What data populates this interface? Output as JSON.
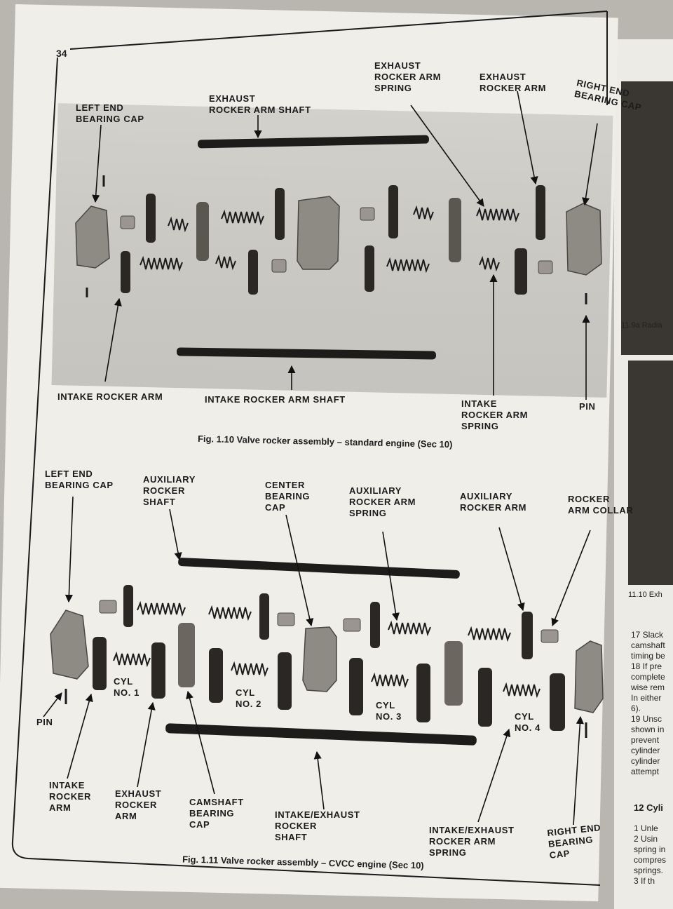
{
  "page_number": "34",
  "fig1": {
    "caption": "Fig. 1.10 Valve rocker assembly – standard engine (Sec 10)",
    "labels": {
      "left_end_bearing_cap": "LEFT END\nBEARING CAP",
      "exhaust_rocker_arm_shaft": "EXHAUST\nROCKER ARM SHAFT",
      "exhaust_rocker_arm_spring": "EXHAUST\nROCKER ARM\nSPRING",
      "exhaust_rocker_arm": "EXHAUST\nROCKER ARM",
      "right_end_bearing_cap": "RIGHT END\nBEARING CAP",
      "intake_rocker_arm": "INTAKE ROCKER ARM",
      "intake_rocker_arm_shaft": "INTAKE ROCKER ARM SHAFT",
      "intake_rocker_arm_spring": "INTAKE\nROCKER ARM\nSPRING",
      "pin": "PIN"
    }
  },
  "fig2": {
    "caption": "Fig. 1.11 Valve rocker assembly – CVCC engine (Sec 10)",
    "labels": {
      "left_end_bearing_cap": "LEFT END\nBEARING CAP",
      "auxiliary_rocker_shaft": "AUXILIARY\nROCKER\nSHAFT",
      "center_bearing_cap": "CENTER\nBEARING\nCAP",
      "auxiliary_rocker_arm_spring": "AUXILIARY\nROCKER ARM\nSPRING",
      "auxiliary_rocker_arm": "AUXILIARY\nROCKER ARM",
      "rocker_arm_collar": "ROCKER\nARM COLLAR",
      "cyl_1": "CYL\nNO. 1",
      "cyl_2": "CYL\nNO. 2",
      "cyl_3": "CYL\nNO. 3",
      "cyl_4": "CYL\nNO. 4",
      "pin": "PIN",
      "intake_rocker_arm": "INTAKE\nROCKER\nARM",
      "exhaust_rocker_arm": "EXHAUST\nROCKER\nARM",
      "camshaft_bearing_cap": "CAMSHAFT\nBEARING\nCAP",
      "intake_exhaust_rocker_shaft": "INTAKE/EXHAUST\nROCKER\nSHAFT",
      "intake_exhaust_rocker_arm_spring": "INTAKE/EXHAUST\nROCKER ARM\nSPRING",
      "right_end_bearing_cap": "RIGHT END\nBEARING\nCAP"
    }
  },
  "right_page": {
    "caption_a": "11.9a Radia",
    "caption_b": "11.10 Exh",
    "para_text": "17 Slack\ncamshaft\ntiming be\n18 If pre\ncomplete\nwise rem\nIn either\n6).\n19 Unsc\nshown in\nprevent\ncylinder\ncylinder\nattempt",
    "section_heading": "12 Cyli",
    "section_text": "1  Unle\n2  Usin\nspring in\ncompres\nsprings.\n3  If th"
  }
}
